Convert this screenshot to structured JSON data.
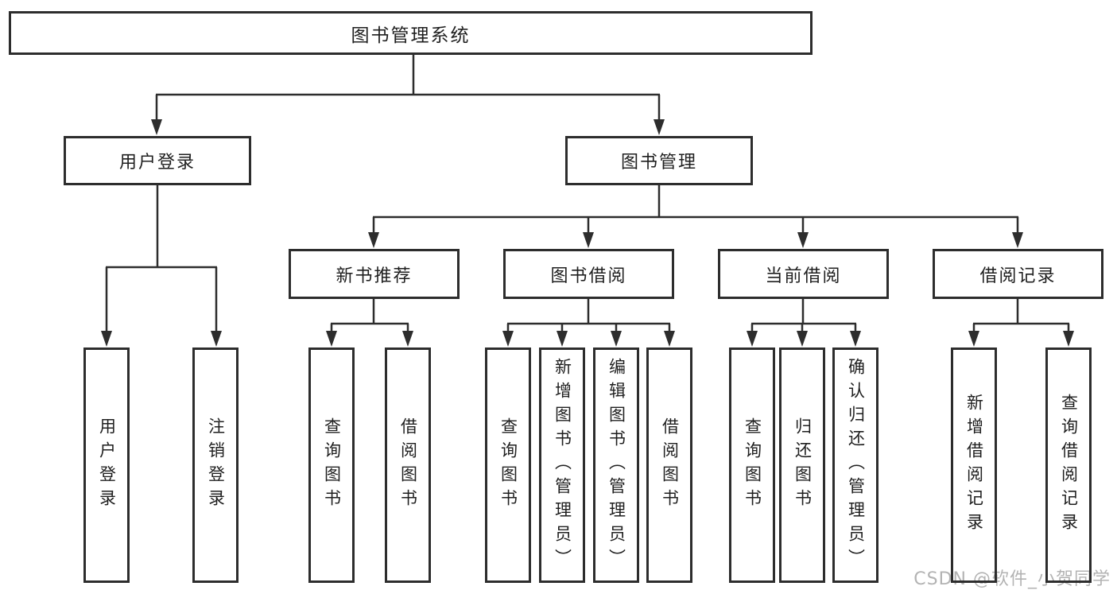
{
  "diagram": {
    "title": "图书管理系统",
    "level2": {
      "user_login": "用户登录",
      "book_management": "图书管理"
    },
    "level3": {
      "new_book_recommend": "新书推荐",
      "book_borrow": "图书借阅",
      "current_borrow": "当前借阅",
      "borrow_records": "借阅记录"
    },
    "leaves": {
      "user_login": "用户登录",
      "logout": "注销登录",
      "recommend_query_book": "查询图书",
      "recommend_borrow_book": "借阅图书",
      "borrow_query_book": "查询图书",
      "borrow_add_book": "新增图书（管理员）",
      "borrow_edit_book": "编辑图书（管理员）",
      "borrow_borrow_book": "借阅图书",
      "current_query_book": "查询图书",
      "current_return_book": "归还图书",
      "current_confirm_return": "确认归还（管理员）",
      "records_add_record": "新增借阅记录",
      "records_query_record": "查询借阅记录"
    },
    "watermark": "CSDN @软件_小贺同学",
    "colors": {
      "line": "#2d2d2d",
      "text": "#1f1f1f",
      "watermark": "#b3b3b3",
      "background": "#ffffff"
    }
  }
}
